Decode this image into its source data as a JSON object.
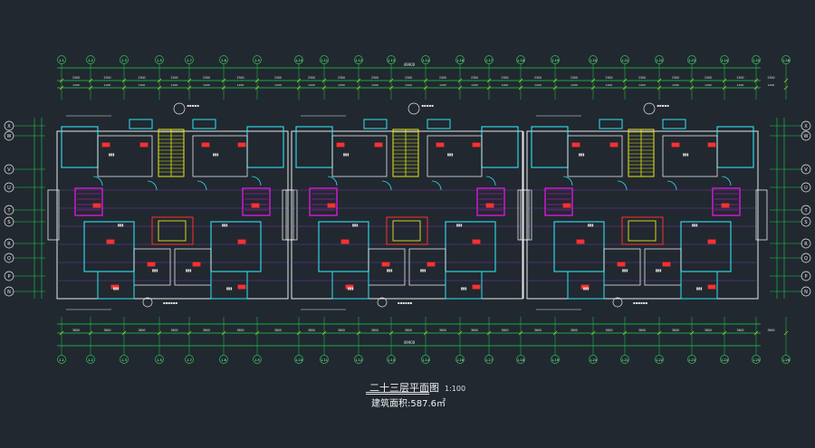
{
  "drawing": {
    "title": "二十三层平面图",
    "scale": "1:100",
    "area_text": "建筑面积:587.6㎡"
  },
  "axis_labels": {
    "rows_right_order": [
      "X",
      "W",
      "V",
      "U",
      "T",
      "S",
      "R",
      "Q",
      "P",
      "N"
    ],
    "columns_top": [
      "1-1",
      "1-2",
      "1-3",
      "1-5",
      "1-7",
      "1-8",
      "1-9",
      "1-10",
      "1-11",
      "1-12",
      "1-13",
      "1-14",
      "1-16",
      "1-17",
      "1-18",
      "1-19",
      "1-20",
      "1-21",
      "1-22",
      "1-23",
      "1-24",
      "1-25",
      "1-26"
    ]
  },
  "colors": {
    "background": "#212830",
    "dimension_green": "#16d24a",
    "wall_cyan": "#2fe3f0",
    "wall_white": "#e8e8e8",
    "room_magenta": "#e815e8",
    "stair_yellow": "#e8e81a",
    "text_red": "#ff3030",
    "grid_purple": "#8d3fc4",
    "dim_tick_yellow": "#d2d21e"
  },
  "dimensions": {
    "overall_top": "49900",
    "overall_bottom": "49900",
    "unit_width": "16300"
  }
}
